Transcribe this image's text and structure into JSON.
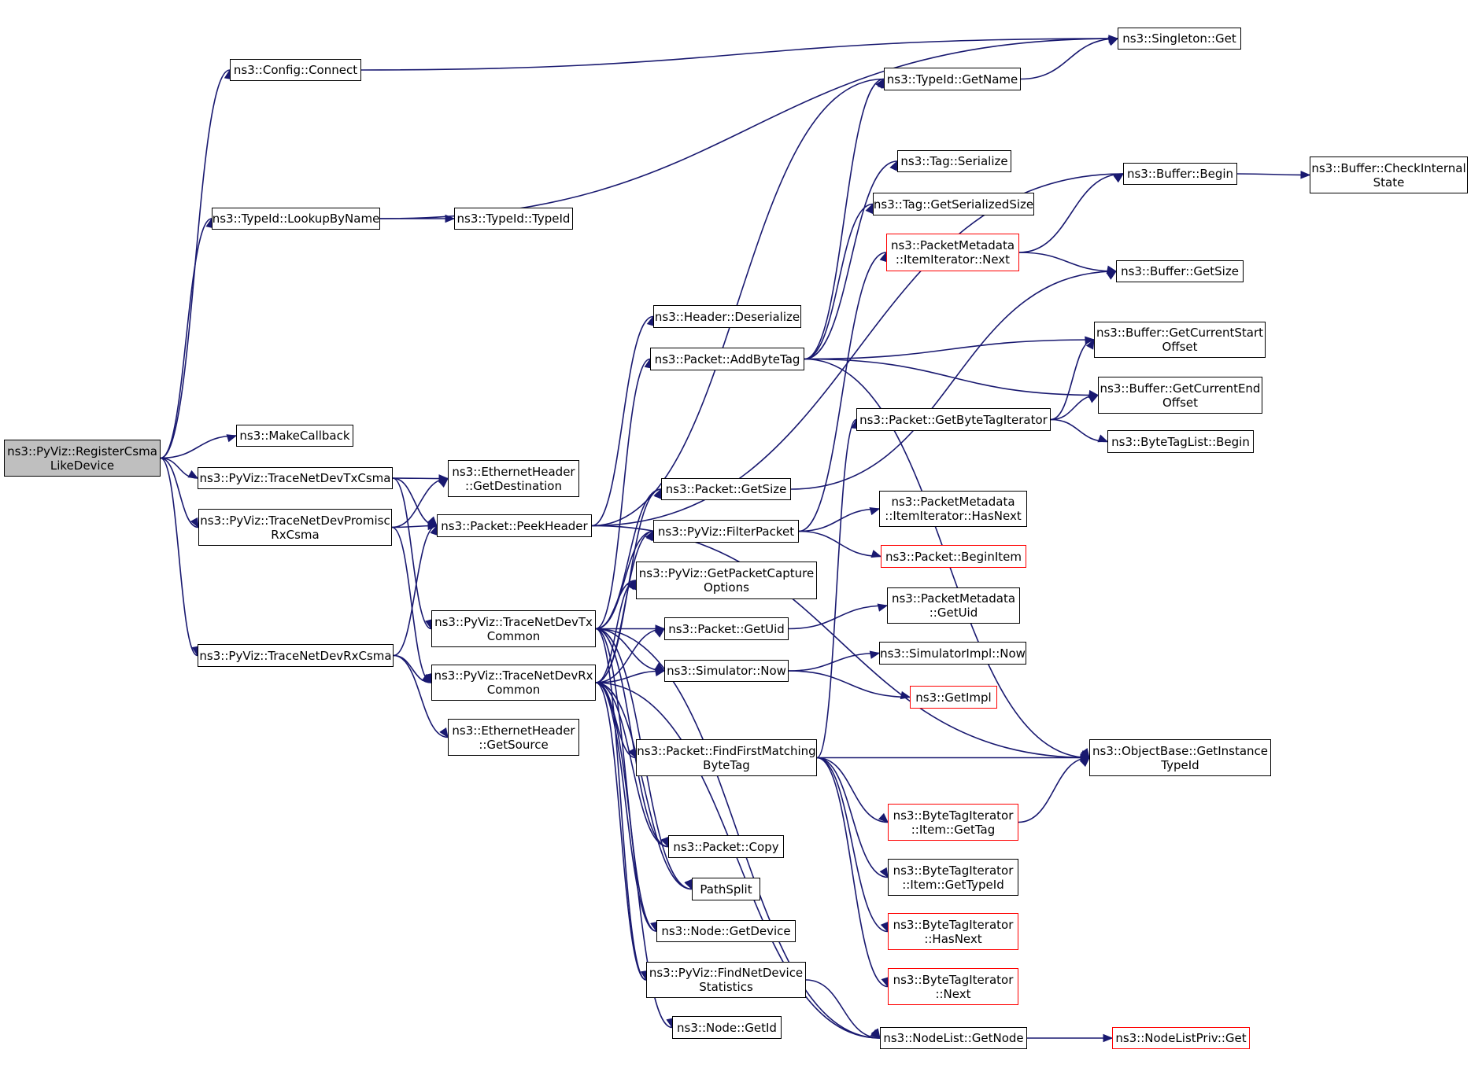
{
  "colors": {
    "edge": "#191970",
    "node_border": "#000000",
    "node_border_truncated": "#ff0000",
    "root_fill": "#bfbfbf",
    "background": "#ffffff"
  },
  "nodes": {
    "root": {
      "label": "ns3::PyViz::RegisterCsma\nLikeDevice",
      "truncated": false
    },
    "config_connect": {
      "label": "ns3::Config::Connect",
      "truncated": false
    },
    "singleton_get": {
      "label": "ns3::Singleton::Get",
      "truncated": false
    },
    "typeid_getname": {
      "label": "ns3::TypeId::GetName",
      "truncated": false
    },
    "buffer_begin": {
      "label": "ns3::Buffer::Begin",
      "truncated": false
    },
    "buffer_checkinternal": {
      "label": "ns3::Buffer::CheckInternal\nState",
      "truncated": false
    },
    "tag_serialize": {
      "label": "ns3::Tag::Serialize",
      "truncated": false
    },
    "tag_getserializedsize": {
      "label": "ns3::Tag::GetSerializedSize",
      "truncated": false
    },
    "typeid_lookupbyname": {
      "label": "ns3::TypeId::LookupByName",
      "truncated": false
    },
    "typeid_typeid": {
      "label": "ns3::TypeId::TypeId",
      "truncated": false
    },
    "pm_itemiterator_next": {
      "label": "ns3::PacketMetadata\n::ItemIterator::Next",
      "truncated": true
    },
    "buffer_getsize": {
      "label": "ns3::Buffer::GetSize",
      "truncated": false
    },
    "header_deserialize": {
      "label": "ns3::Header::Deserialize",
      "truncated": false
    },
    "packet_addbytetag": {
      "label": "ns3::Packet::AddByteTag",
      "truncated": false
    },
    "buffer_getcurrentstartoffset": {
      "label": "ns3::Buffer::GetCurrentStart\nOffset",
      "truncated": false
    },
    "buffer_getcurrentendoffset": {
      "label": "ns3::Buffer::GetCurrentEnd\nOffset",
      "truncated": false
    },
    "packet_getbytetagiterator": {
      "label": "ns3::Packet::GetByteTagIterator",
      "truncated": false
    },
    "bytetaglist_begin": {
      "label": "ns3::ByteTagList::Begin",
      "truncated": false
    },
    "makecallback": {
      "label": "ns3::MakeCallback",
      "truncated": false
    },
    "tracenetdevtxcsma": {
      "label": "ns3::PyViz::TraceNetDevTxCsma",
      "truncated": false
    },
    "ethernetheader_getdestination": {
      "label": "ns3::EthernetHeader\n::GetDestination",
      "truncated": false
    },
    "packet_getsize": {
      "label": "ns3::Packet::GetSize",
      "truncated": false
    },
    "pm_itemiterator_hasnext": {
      "label": "ns3::PacketMetadata\n::ItemIterator::HasNext",
      "truncated": false
    },
    "tracenetdevpromiscrxcsma": {
      "label": "ns3::PyViz::TraceNetDevPromisc\nRxCsma",
      "truncated": false
    },
    "packet_peekheader": {
      "label": "ns3::Packet::PeekHeader",
      "truncated": false
    },
    "pyviz_filterpacket": {
      "label": "ns3::PyViz::FilterPacket",
      "truncated": false
    },
    "packet_beginitem": {
      "label": "ns3::Packet::BeginItem",
      "truncated": true
    },
    "pyviz_getpacketcaptureoptions": {
      "label": "ns3::PyViz::GetPacketCapture\nOptions",
      "truncated": false
    },
    "pm_getuid": {
      "label": "ns3::PacketMetadata\n::GetUid",
      "truncated": false
    },
    "tracenetdevtxcommon": {
      "label": "ns3::PyViz::TraceNetDevTx\nCommon",
      "truncated": false
    },
    "packet_getuid": {
      "label": "ns3::Packet::GetUid",
      "truncated": false
    },
    "simulatorimpl_now": {
      "label": "ns3::SimulatorImpl::Now",
      "truncated": false
    },
    "tracenetdevrxcsma": {
      "label": "ns3::PyViz::TraceNetDevRxCsma",
      "truncated": false
    },
    "tracenetdevrxcommon": {
      "label": "ns3::PyViz::TraceNetDevRx\nCommon",
      "truncated": false
    },
    "simulator_now": {
      "label": "ns3::Simulator::Now",
      "truncated": false
    },
    "getimpl": {
      "label": "ns3::GetImpl",
      "truncated": true
    },
    "ethernetheader_getsource": {
      "label": "ns3::EthernetHeader\n::GetSource",
      "truncated": false
    },
    "packet_findfirstmatchingbytetag": {
      "label": "ns3::Packet::FindFirstMatching\nByteTag",
      "truncated": false
    },
    "objectbase_getinstancetypeid": {
      "label": "ns3::ObjectBase::GetInstance\nTypeId",
      "truncated": false
    },
    "bti_item_gettag": {
      "label": "ns3::ByteTagIterator\n::Item::GetTag",
      "truncated": true
    },
    "packet_copy": {
      "label": "ns3::Packet::Copy",
      "truncated": false
    },
    "bti_item_gettypeid": {
      "label": "ns3::ByteTagIterator\n::Item::GetTypeId",
      "truncated": false
    },
    "pathsplit": {
      "label": "PathSplit",
      "truncated": false
    },
    "bti_hasnext": {
      "label": "ns3::ByteTagIterator\n::HasNext",
      "truncated": true
    },
    "node_getdevice": {
      "label": "ns3::Node::GetDevice",
      "truncated": false
    },
    "findnetdevicestatistics": {
      "label": "ns3::PyViz::FindNetDevice\nStatistics",
      "truncated": false
    },
    "bti_next": {
      "label": "ns3::ByteTagIterator\n::Next",
      "truncated": true
    },
    "node_getid": {
      "label": "ns3::Node::GetId",
      "truncated": false
    },
    "nodelist_getnode": {
      "label": "ns3::NodeList::GetNode",
      "truncated": false
    },
    "nodelistpriv_get": {
      "label": "ns3::NodeListPriv::Get",
      "truncated": true
    }
  },
  "edges": [
    [
      "root",
      "config_connect"
    ],
    [
      "root",
      "typeid_lookupbyname"
    ],
    [
      "root",
      "makecallback"
    ],
    [
      "root",
      "tracenetdevtxcsma"
    ],
    [
      "root",
      "tracenetdevpromiscrxcsma"
    ],
    [
      "root",
      "tracenetdevrxcsma"
    ],
    [
      "config_connect",
      "singleton_get"
    ],
    [
      "typeid_lookupbyname",
      "singleton_get"
    ],
    [
      "typeid_lookupbyname",
      "typeid_typeid"
    ],
    [
      "typeid_getname",
      "singleton_get"
    ],
    [
      "buffer_begin",
      "buffer_checkinternal"
    ],
    [
      "pm_itemiterator_next",
      "buffer_begin"
    ],
    [
      "pm_itemiterator_next",
      "buffer_getsize"
    ],
    [
      "packet_addbytetag",
      "tag_serialize"
    ],
    [
      "packet_addbytetag",
      "tag_getserializedsize"
    ],
    [
      "packet_addbytetag",
      "typeid_getname"
    ],
    [
      "packet_addbytetag",
      "buffer_getcurrentstartoffset"
    ],
    [
      "packet_addbytetag",
      "buffer_getcurrentendoffset"
    ],
    [
      "packet_addbytetag",
      "objectbase_getinstancetypeid"
    ],
    [
      "packet_getbytetagiterator",
      "buffer_getcurrentstartoffset"
    ],
    [
      "packet_getbytetagiterator",
      "buffer_getcurrentendoffset"
    ],
    [
      "packet_getbytetagiterator",
      "bytetaglist_begin"
    ],
    [
      "tracenetdevtxcsma",
      "ethernetheader_getdestination"
    ],
    [
      "tracenetdevtxcsma",
      "packet_peekheader"
    ],
    [
      "tracenetdevtxcsma",
      "tracenetdevtxcommon"
    ],
    [
      "tracenetdevpromiscrxcsma",
      "ethernetheader_getdestination"
    ],
    [
      "tracenetdevpromiscrxcsma",
      "packet_peekheader"
    ],
    [
      "tracenetdevpromiscrxcsma",
      "tracenetdevrxcommon"
    ],
    [
      "tracenetdevrxcsma",
      "packet_peekheader"
    ],
    [
      "tracenetdevrxcsma",
      "tracenetdevrxcommon"
    ],
    [
      "tracenetdevrxcsma",
      "ethernetheader_getsource"
    ],
    [
      "packet_peekheader",
      "header_deserialize"
    ],
    [
      "packet_peekheader",
      "buffer_begin"
    ],
    [
      "packet_peekheader",
      "typeid_getname"
    ],
    [
      "packet_peekheader",
      "objectbase_getinstancetypeid"
    ],
    [
      "packet_getsize",
      "buffer_getsize"
    ],
    [
      "pyviz_filterpacket",
      "pm_itemiterator_next"
    ],
    [
      "pyviz_filterpacket",
      "pm_itemiterator_hasnext"
    ],
    [
      "pyviz_filterpacket",
      "packet_beginitem"
    ],
    [
      "packet_getuid",
      "pm_getuid"
    ],
    [
      "simulator_now",
      "simulatorimpl_now"
    ],
    [
      "simulator_now",
      "getimpl"
    ],
    [
      "tracenetdevtxcommon",
      "packet_addbytetag"
    ],
    [
      "tracenetdevtxcommon",
      "packet_getsize"
    ],
    [
      "tracenetdevtxcommon",
      "pyviz_filterpacket"
    ],
    [
      "tracenetdevtxcommon",
      "pyviz_getpacketcaptureoptions"
    ],
    [
      "tracenetdevtxcommon",
      "packet_getuid"
    ],
    [
      "tracenetdevtxcommon",
      "simulator_now"
    ],
    [
      "tracenetdevtxcommon",
      "packet_copy"
    ],
    [
      "tracenetdevtxcommon",
      "pathsplit"
    ],
    [
      "tracenetdevtxcommon",
      "node_getdevice"
    ],
    [
      "tracenetdevtxcommon",
      "findnetdevicestatistics"
    ],
    [
      "tracenetdevtxcommon",
      "nodelist_getnode"
    ],
    [
      "tracenetdevrxcommon",
      "packet_getsize"
    ],
    [
      "tracenetdevrxcommon",
      "pyviz_filterpacket"
    ],
    [
      "tracenetdevrxcommon",
      "pyviz_getpacketcaptureoptions"
    ],
    [
      "tracenetdevrxcommon",
      "packet_getuid"
    ],
    [
      "tracenetdevrxcommon",
      "simulator_now"
    ],
    [
      "tracenetdevrxcommon",
      "packet_findfirstmatchingbytetag"
    ],
    [
      "tracenetdevrxcommon",
      "packet_copy"
    ],
    [
      "tracenetdevrxcommon",
      "pathsplit"
    ],
    [
      "tracenetdevrxcommon",
      "node_getdevice"
    ],
    [
      "tracenetdevrxcommon",
      "findnetdevicestatistics"
    ],
    [
      "tracenetdevrxcommon",
      "node_getid"
    ],
    [
      "tracenetdevrxcommon",
      "nodelist_getnode"
    ],
    [
      "packet_findfirstmatchingbytetag",
      "packet_getbytetagiterator"
    ],
    [
      "packet_findfirstmatchingbytetag",
      "objectbase_getinstancetypeid"
    ],
    [
      "packet_findfirstmatchingbytetag",
      "bti_item_gettag"
    ],
    [
      "packet_findfirstmatchingbytetag",
      "bti_item_gettypeid"
    ],
    [
      "packet_findfirstmatchingbytetag",
      "bti_hasnext"
    ],
    [
      "packet_findfirstmatchingbytetag",
      "bti_next"
    ],
    [
      "bti_item_gettag",
      "objectbase_getinstancetypeid"
    ],
    [
      "findnetdevicestatistics",
      "nodelist_getnode"
    ],
    [
      "nodelist_getnode",
      "nodelistpriv_get"
    ]
  ]
}
